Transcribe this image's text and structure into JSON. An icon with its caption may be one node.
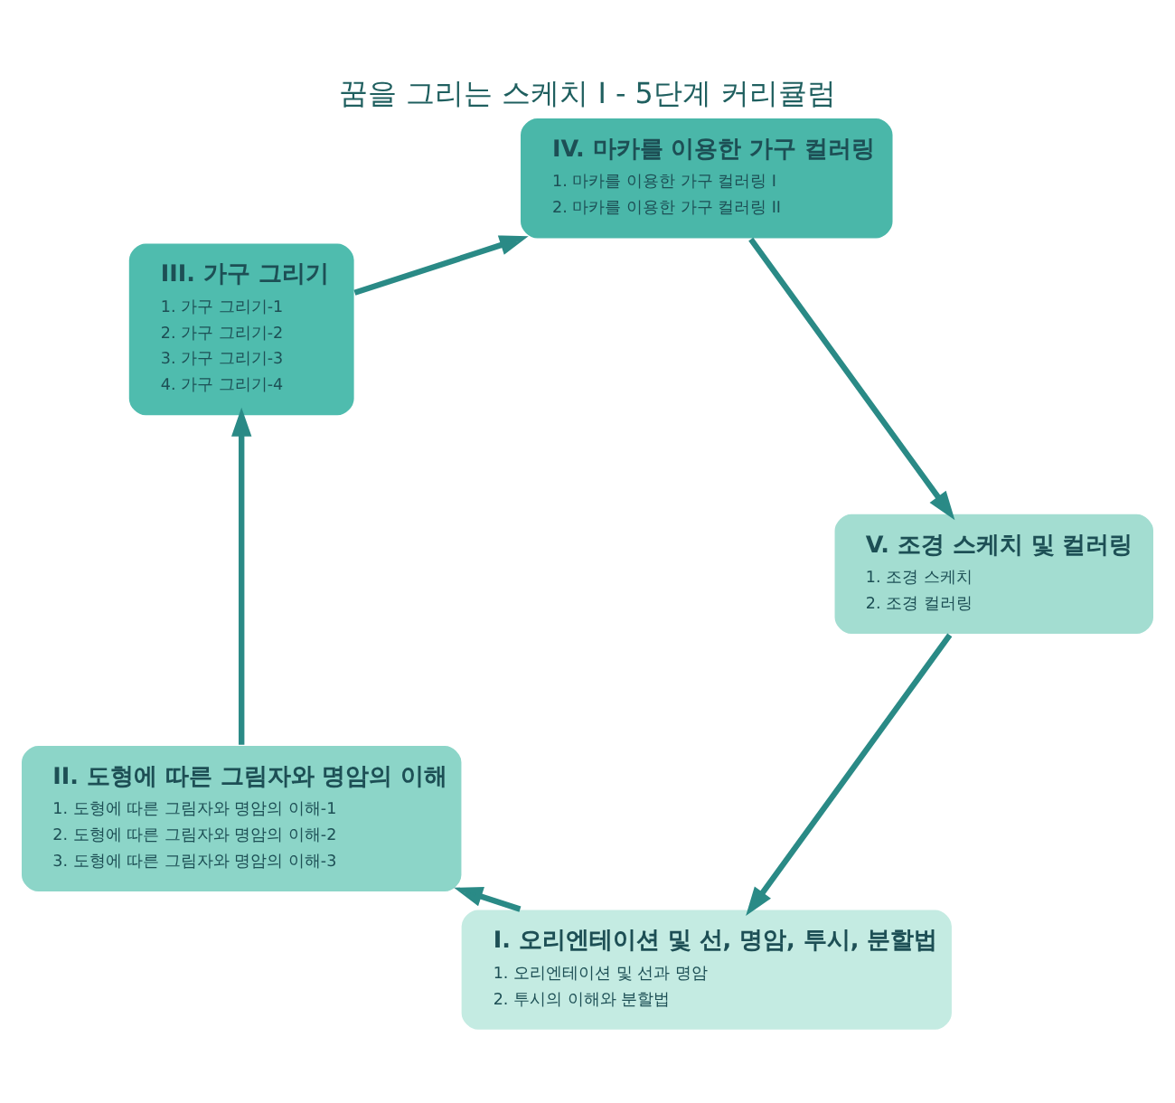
{
  "diagram": {
    "title": "꿈을 그리는 스케치 I - 5단계 커리큘럼",
    "nodes": [
      {
        "text": [
          "I. 오리엔테이션 및 선, 명암, 투시, 분할법",
          "1. 오리엔테이션 및 선과 명암",
          "2. 투시의 이해와 분할법"
        ]
      },
      {
        "text": [
          "II. 도형에 따른 그림자와 명암의 이해",
          "1. 도형에 따른 그림자와 명암의 이해-1",
          "2. 도형에 따른 그림자와 명암의 이해-2",
          "3. 도형에 따른 그림자와 명암의 이해-3"
        ]
      },
      {
        "text": [
          "III. 가구 그리기",
          "1. 가구 그리기-1",
          "2. 가구 그리기-2",
          "3. 가구 그리기-3",
          "4. 가구 그리기-4"
        ]
      },
      {
        "text": [
          "IV. 마카를 이용한 가구 컬러링",
          "1. 마카를 이용한 가구 컬러링 I",
          "2. 마카를 이용한 가구 컬러링 II"
        ]
      },
      {
        "text": [
          "V. 조경 스케치 및 컬러링",
          "1. 조경 스케치",
          "2. 조경 컬러링"
        ]
      }
    ],
    "edges": [
      {
        "from": 0,
        "to": 1,
        "arrow": "to"
      },
      {
        "from": 1,
        "to": 2,
        "arrow": "to"
      },
      {
        "from": 2,
        "to": 3,
        "arrow": "to"
      },
      {
        "from": 3,
        "to": 4,
        "arrow": "to"
      },
      {
        "from": 4,
        "to": 0,
        "arrow": "to"
      }
    ]
  }
}
